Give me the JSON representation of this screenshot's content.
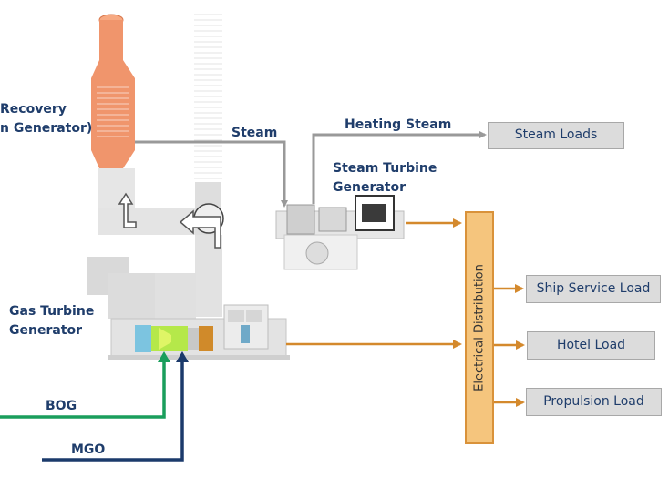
{
  "labels": {
    "hrsg_line1": "Recovery",
    "hrsg_line2": "n Generator)",
    "steam": "Steam",
    "heating_steam": "Heating Steam",
    "steam_turbine_line1": "Steam Turbine",
    "steam_turbine_line2": "Generator",
    "gas_turbine_line1": "Gas Turbine",
    "gas_turbine_line2": "Generator",
    "bog": "BOG",
    "mgo": "MGO",
    "electrical_distribution": "Electrical Distribution"
  },
  "loads": {
    "steam_loads": "Steam Loads",
    "ship_service": "Ship Service Load",
    "hotel": "Hotel Load",
    "propulsion": "Propulsion Load"
  },
  "colors": {
    "label_text": "#1f3d6b",
    "steam_line": "#999999",
    "electric_line": "#d4892c",
    "bog_line": "#1a9e5c",
    "mgo_line": "#1b3a6b",
    "stack": "#f0956c",
    "load_box": "#dcdcdc",
    "distribution": "#f5c57d"
  }
}
